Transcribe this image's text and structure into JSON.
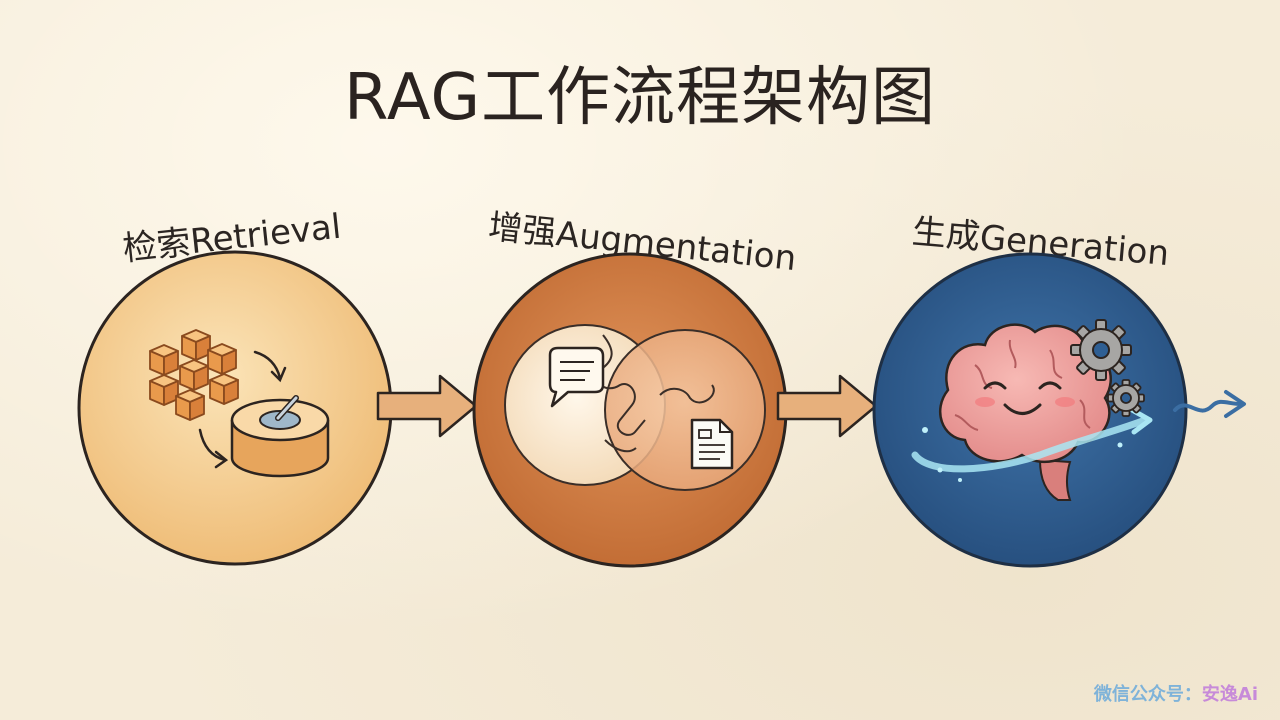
{
  "title": "RAG工作流程架构图",
  "stages": [
    {
      "label": "检索Retrieval",
      "color": "#f2c98a"
    },
    {
      "label": "增强Augmentation",
      "color": "#cf7a40"
    },
    {
      "label": "生成Generation",
      "color": "#2f5f93"
    }
  ],
  "watermark": {
    "prefix": "微信公众号：",
    "name": "安逸Ai"
  },
  "icons": [
    "cube-stack-icon",
    "database-key-icon",
    "chat-bubble-icon",
    "puzzle-icon",
    "document-icon",
    "brain-icon",
    "gear-icon",
    "arrow-right-icon"
  ]
}
